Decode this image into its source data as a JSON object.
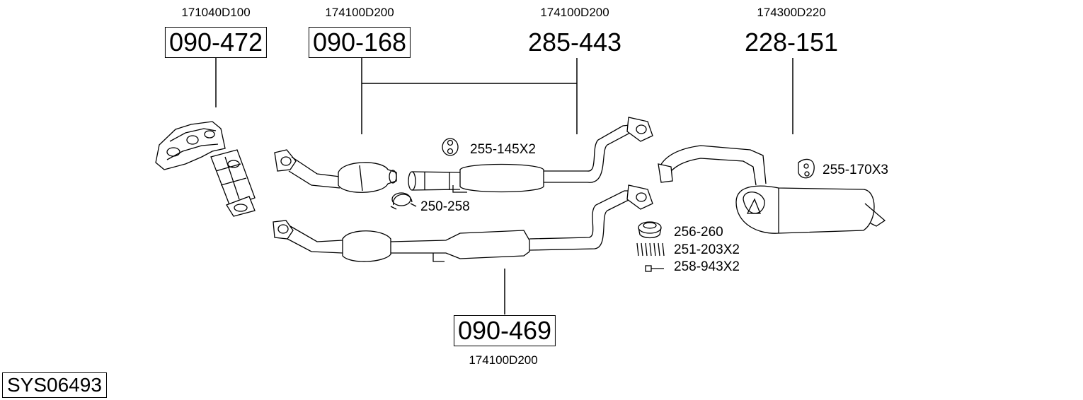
{
  "system_id": "SYS06493",
  "parts": [
    {
      "oem": "171040D100",
      "number": "090-472"
    },
    {
      "oem": "174100D200",
      "number": "090-168"
    },
    {
      "oem": "174100D200",
      "number": "285-443"
    },
    {
      "oem": "174300D220",
      "number": "228-151"
    },
    {
      "oem": "174100D200",
      "number": "090-469"
    }
  ],
  "accessories": [
    {
      "label": "255-145X2"
    },
    {
      "label": "250-258"
    },
    {
      "label": "255-170X3"
    },
    {
      "label": "256-260"
    },
    {
      "label": "251-203X2"
    },
    {
      "label": "258-943X2"
    }
  ]
}
